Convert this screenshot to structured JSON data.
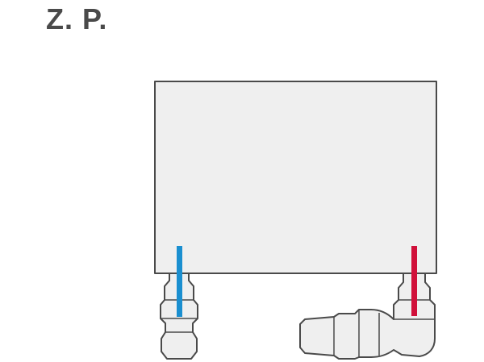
{
  "title": "Z. P.",
  "colors": {
    "text": "#4a4a4a",
    "outline": "#4a4a4a",
    "fill": "#efefef",
    "supply_pipe": "#1a8fd0",
    "return_pipe": "#d0103a"
  },
  "icons": {
    "radiator": "radiator-panel",
    "left_valve": "straight-valve",
    "right_valve": "angled-thermostatic-valve"
  }
}
